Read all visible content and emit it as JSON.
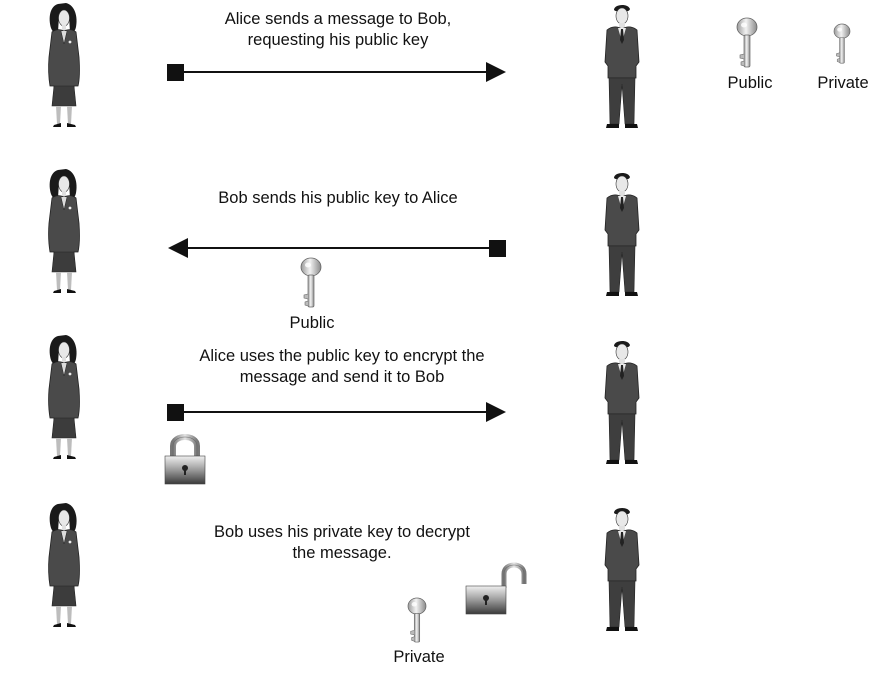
{
  "legend": {
    "public_label": "Public",
    "private_label": "Private"
  },
  "steps": [
    {
      "line1": "Alice sends a message to Bob,",
      "line2": "requesting his public key",
      "direction": "alice-to-bob"
    },
    {
      "line1": "Bob sends his public key to Alice",
      "line2": "",
      "direction": "bob-to-alice",
      "key_label": "Public"
    },
    {
      "line1": "Alice uses the public key to encrypt the",
      "line2": "message and send it to Bob",
      "direction": "alice-to-bob"
    },
    {
      "line1": "Bob uses his private key to decrypt",
      "line2": "the message.",
      "key_label": "Private"
    }
  ]
}
